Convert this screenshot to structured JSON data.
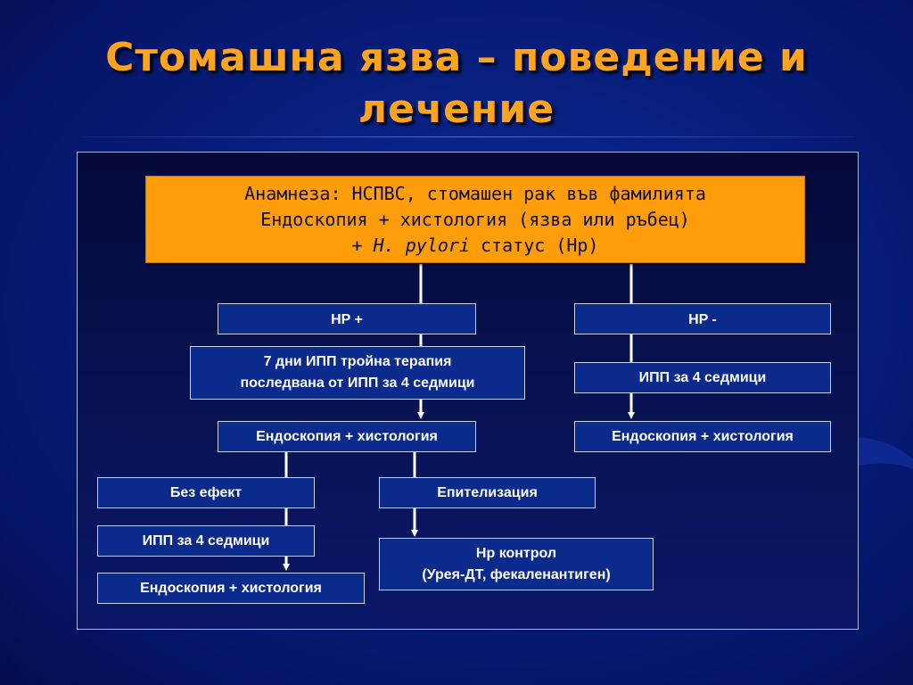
{
  "title": {
    "line1": "Стомашна язва – поведение и",
    "line2": "лечение"
  },
  "top_box": {
    "line1": "Анамнеза: НСПВС, стомашен рак във фамилията",
    "line2": "Ендоскопия + хистология (язва или ръбец)",
    "line3_prefix": "+ ",
    "line3_italic": "H. pylori",
    "line3_suffix": " статус (Hp)"
  },
  "nodes": {
    "hp_pos": "HP +",
    "hp_neg": "HP -",
    "triple_line1": "7 дни ИПП тройна терапия",
    "triple_line2": "последвана от ИПП за 4 седмици",
    "ipp_right": "ИПП за 4 седмици",
    "endo_mid": "Ендоскопия + хистология",
    "endo_right": "Ендоскопия + хистология",
    "no_effect": "Без ефект",
    "epithel": "Епителизация",
    "ipp_left": "ИПП за 4 седмици",
    "hp_control_line1": "Hp контрол",
    "hp_control_line2": "(Урея-ДТ, фекаленантиген)",
    "endo_bottom": "Ендоскопия + хистология"
  },
  "colors": {
    "title": "#ffa41c",
    "top_box": "#ff9e0a",
    "node_fill": "#0a2a8c",
    "connector": "#ffffff"
  }
}
